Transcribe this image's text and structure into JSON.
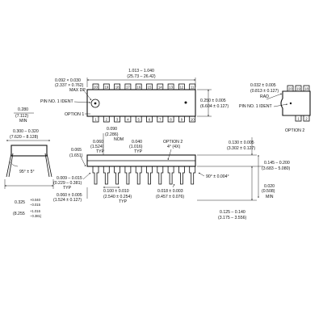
{
  "top_view": {
    "length_dim": [
      "1.013 – 1.040",
      "(25.73 – 26.42)"
    ],
    "dp_dim": [
      "0.092 × 0.030",
      "(2.337 × 0.762)",
      "MAX DP"
    ],
    "width_dim": [
      "0.250 ± 0.005",
      "(6.604 ± 0.127)"
    ],
    "pin_ident": "PIN NO. 1 IDENT",
    "option": "OPTION 1",
    "top_pins": [
      "20",
      "19",
      "18",
      "17",
      "16",
      "15",
      "14",
      "13",
      "12",
      "11"
    ],
    "bottom_pins": [
      "1",
      "2",
      "3",
      "4",
      "5",
      "6",
      "7",
      "8",
      "9",
      "10"
    ]
  },
  "option2_view": {
    "rad_dim": [
      "0.032 ± 0.005",
      "(0.813 ± 0.127)",
      "RAD"
    ],
    "pin_ident": "PIN NO. 1 IDENT",
    "option": "OPTION 2",
    "top_pins": [
      "20",
      "19",
      "18"
    ],
    "bottom_pins": [
      "1",
      "2"
    ]
  },
  "end_view": {
    "width_dim": [
      "0.280",
      "(7.112)",
      "MIN"
    ],
    "span_dim": [
      "0.300 – 0.320",
      "(7.620 – 8.128)"
    ],
    "angle": "95° ± 5°",
    "lead_dim": [
      "0.325",
      "+0.040",
      "−0.015"
    ],
    "lead_dim_mm": [
      "(8.255",
      "+1.016",
      "−0.381)"
    ]
  },
  "side_view": {
    "d1": [
      "0.065",
      "(1.651)"
    ],
    "d2": [
      "0.060",
      "(1.524)",
      "TYP"
    ],
    "d3": [
      "0.090",
      "(2.286)",
      "NOM"
    ],
    "d4": [
      "0.040",
      "(1.016)",
      "TYP"
    ],
    "opt2": [
      "OPTION 2",
      "4° (4X)"
    ],
    "d5": [
      "0.130 ± 0.005",
      "(3.302 ± 0.127)"
    ],
    "angle": "90° ± 0.004°",
    "d6": [
      "0.145 – 0.200",
      "(3.683 – 5.080)"
    ],
    "d7": [
      "0.009 – 0.015",
      "(0.229 – 0.381)"
    ],
    "d8": [
      "0.060 ± 0.005",
      "(1.524 ± 0.127)"
    ],
    "d9": [
      "0.100 ± 0.010",
      "(2.540 ± 0.254)"
    ],
    "d10": [
      "0.018 ± 0.003",
      "(0.457 ± 0.076)"
    ],
    "d11": [
      "0.020",
      "(0.508)",
      "MIN"
    ],
    "d12": [
      "0.125 – 0.140",
      "(3.175 – 3.556)"
    ],
    "typ": "TYP"
  }
}
